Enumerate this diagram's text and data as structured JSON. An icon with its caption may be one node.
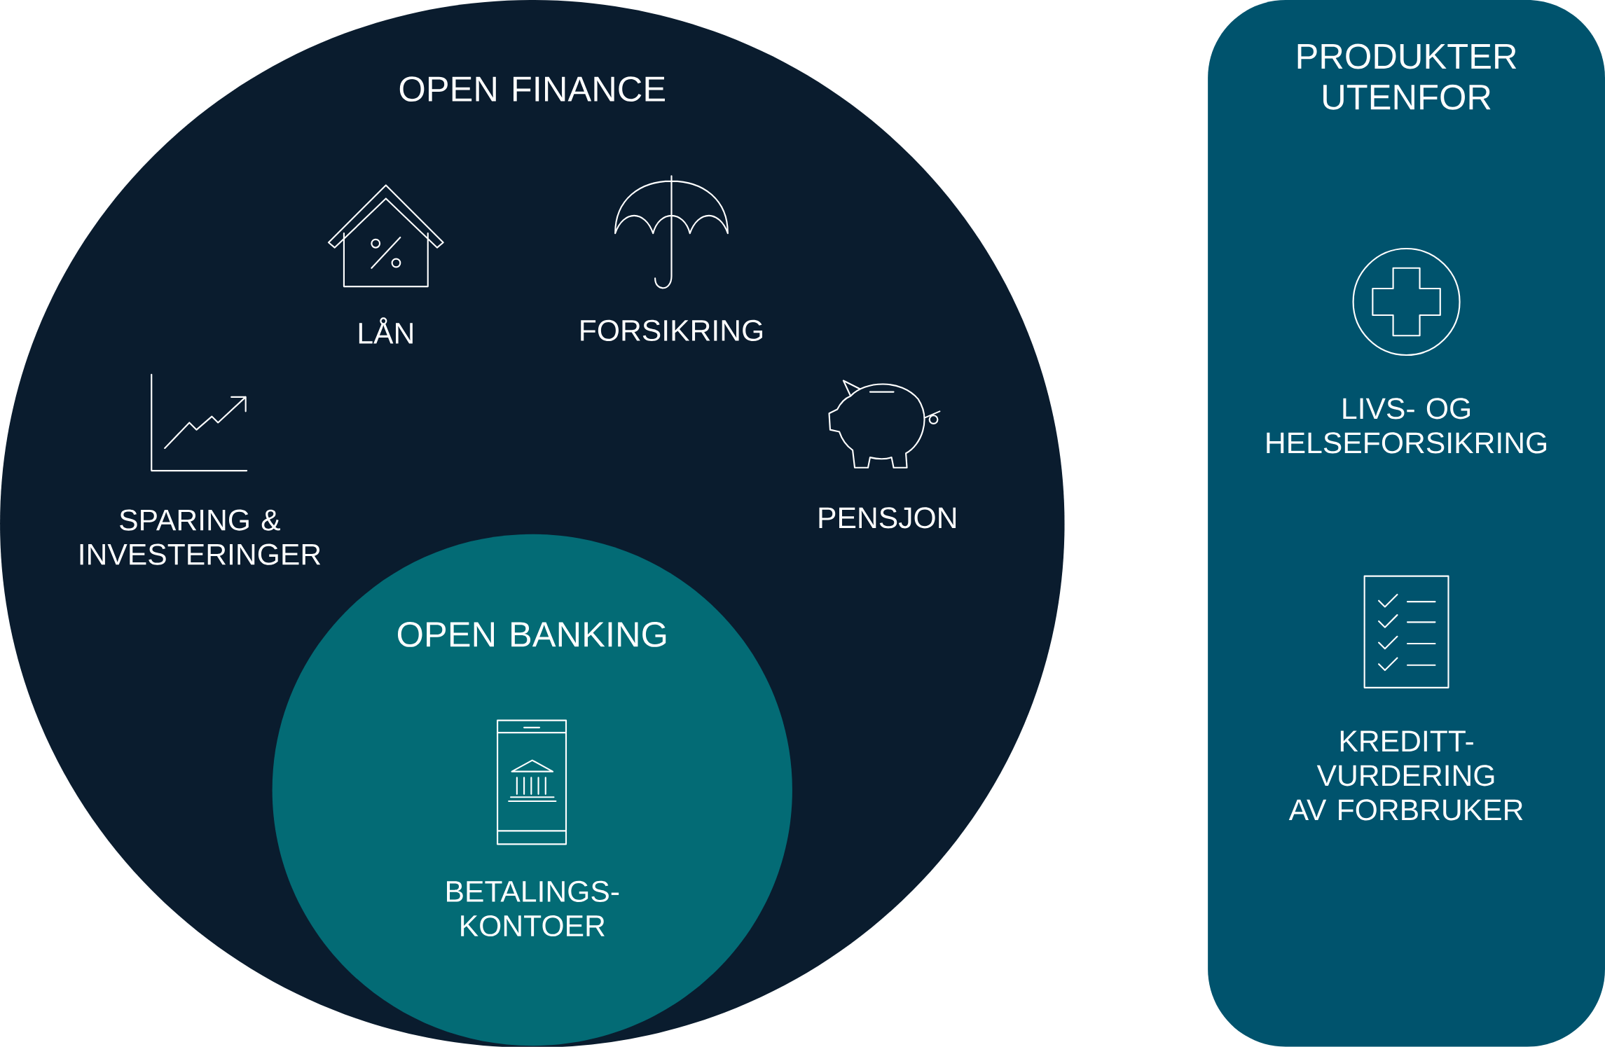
{
  "diagram": {
    "nodes": [
      {
        "text": [
          "OPEN FINANCE",
          "LÅN",
          "FORSIKRING",
          "SPARING & INVESTERINGER",
          "PENSJON"
        ]
      },
      {
        "text": [
          "OPEN BANKING",
          "BETALINGS- KONTOER"
        ],
        "in": 0
      },
      {
        "text": [
          "PRODUKTER UTENFOR",
          "LIVS- OG HELSEFORSIKRING",
          "KREDITT- VURDERING AV FORBRUKER"
        ]
      }
    ]
  }
}
